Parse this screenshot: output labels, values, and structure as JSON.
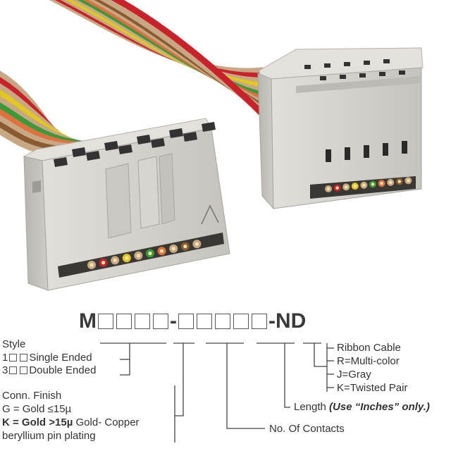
{
  "part_number": {
    "prefix": "M",
    "separator1": "-",
    "separator2": "-",
    "suffix": "ND"
  },
  "style": {
    "heading": "Style",
    "option1_prefix": "1",
    "option1_label": "Single Ended",
    "option2_prefix": "3",
    "option2_label": "Double Ended"
  },
  "conn_finish": {
    "heading": "Conn. Finish",
    "line1": "G = Gold ≤15µ",
    "line2_bold": "K = Gold >15µ",
    "line2_rest": " Gold- Copper",
    "line3": "beryllium pin plating"
  },
  "contacts": {
    "label": "No. Of Contacts"
  },
  "length": {
    "label": "Length ",
    "note": "(Use “Inches” only.)"
  },
  "cable": {
    "heading": "Ribbon Cable",
    "line1": "R=Multi-color",
    "line2": "J=Gray",
    "line3": "K=Twisted Pair"
  },
  "colors": {
    "connector_body": "#d4d1cc",
    "connector_shadow": "#a9a6a1",
    "wire_tan": "#c8a884",
    "wire_red": "#c8232a",
    "wire_yellow": "#e0c820",
    "wire_green": "#3a9a3a",
    "wire_orange": "#e07040",
    "wire_brown": "#8a5a30"
  }
}
